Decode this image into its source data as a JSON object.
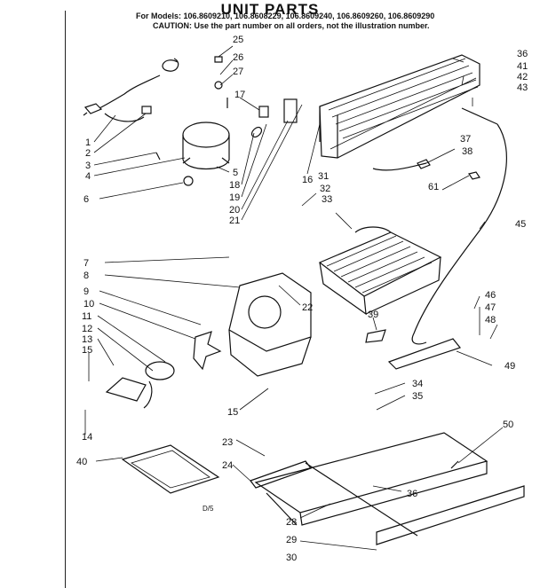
{
  "header": {
    "title": "UNIT PARTS",
    "models": "For Models: 106.8609210, 106.8608229, 106.8609240, 106.8609260, 106.8609290",
    "caution": "CAUTION: Use the part number on all orders, not the illustration number."
  },
  "footer": {
    "code": "D/5"
  },
  "callouts": [
    {
      "n": "25"
    },
    {
      "n": "26"
    },
    {
      "n": "27"
    },
    {
      "n": "17"
    },
    {
      "n": "1"
    },
    {
      "n": "2"
    },
    {
      "n": "3"
    },
    {
      "n": "4"
    },
    {
      "n": "5"
    },
    {
      "n": "18"
    },
    {
      "n": "19"
    },
    {
      "n": "20"
    },
    {
      "n": "21"
    },
    {
      "n": "16"
    },
    {
      "n": "6"
    },
    {
      "n": "36"
    },
    {
      "n": "41"
    },
    {
      "n": "42"
    },
    {
      "n": "43"
    },
    {
      "n": "37"
    },
    {
      "n": "38"
    },
    {
      "n": "61"
    },
    {
      "n": "31"
    },
    {
      "n": "32"
    },
    {
      "n": "33"
    },
    {
      "n": "45"
    },
    {
      "n": "7"
    },
    {
      "n": "8"
    },
    {
      "n": "9"
    },
    {
      "n": "10"
    },
    {
      "n": "11"
    },
    {
      "n": "12"
    },
    {
      "n": "13"
    },
    {
      "n": "15"
    },
    {
      "n": "14"
    },
    {
      "n": "22"
    },
    {
      "n": "46"
    },
    {
      "n": "47"
    },
    {
      "n": "48"
    },
    {
      "n": "39"
    },
    {
      "n": "49"
    },
    {
      "n": "15"
    },
    {
      "n": "34"
    },
    {
      "n": "35"
    },
    {
      "n": "50"
    },
    {
      "n": "40"
    },
    {
      "n": "23"
    },
    {
      "n": "24"
    },
    {
      "n": "36"
    },
    {
      "n": "28"
    },
    {
      "n": "29"
    },
    {
      "n": "30"
    }
  ]
}
